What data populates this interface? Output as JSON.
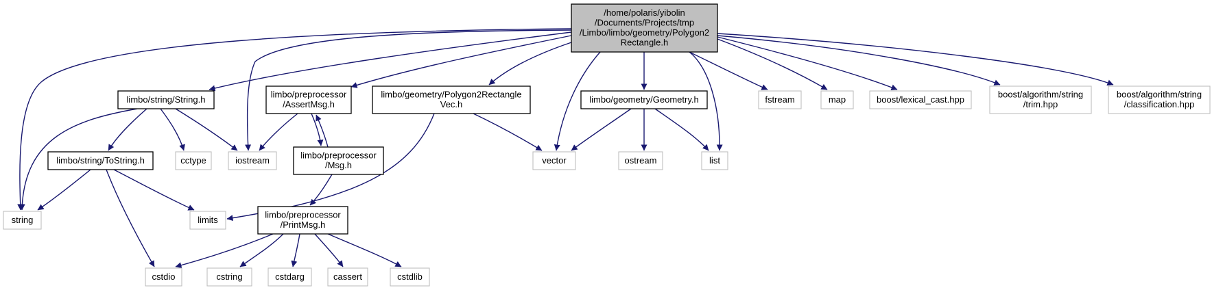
{
  "colors": {
    "edge": "#191970",
    "root_fill": "#bfbfbf",
    "header_stroke": "#000000",
    "system_stroke": "#bfbfbf"
  },
  "nodes": [
    {
      "id": "root",
      "kind": "root",
      "lines": [
        "/home/polaris/yibolin",
        "/Documents/Projects/tmp",
        "/Limbo/limbo/geometry/Polygon2",
        "Rectangle.h"
      ]
    },
    {
      "id": "string_h",
      "kind": "header",
      "lines": [
        "limbo/string/String.h"
      ]
    },
    {
      "id": "assertmsg_h",
      "kind": "header",
      "lines": [
        "limbo/preprocessor",
        "/AssertMsg.h"
      ]
    },
    {
      "id": "p2rv_h",
      "kind": "header",
      "lines": [
        "limbo/geometry/Polygon2Rectangle",
        "Vec.h"
      ]
    },
    {
      "id": "geometry_h",
      "kind": "header",
      "lines": [
        "limbo/geometry/Geometry.h"
      ]
    },
    {
      "id": "fstream",
      "kind": "system",
      "lines": [
        "fstream"
      ]
    },
    {
      "id": "map",
      "kind": "system",
      "lines": [
        "map"
      ]
    },
    {
      "id": "lexical_cast",
      "kind": "system",
      "lines": [
        "boost/lexical_cast.hpp"
      ]
    },
    {
      "id": "trim",
      "kind": "system",
      "lines": [
        "boost/algorithm/string",
        "/trim.hpp"
      ]
    },
    {
      "id": "classification",
      "kind": "system",
      "lines": [
        "boost/algorithm/string",
        "/classification.hpp"
      ]
    },
    {
      "id": "tostring_h",
      "kind": "header",
      "lines": [
        "limbo/string/ToString.h"
      ]
    },
    {
      "id": "cctype",
      "kind": "system",
      "lines": [
        "cctype"
      ]
    },
    {
      "id": "iostream",
      "kind": "system",
      "lines": [
        "iostream"
      ]
    },
    {
      "id": "msg_h",
      "kind": "header",
      "lines": [
        "limbo/preprocessor",
        "/Msg.h"
      ]
    },
    {
      "id": "vector",
      "kind": "system",
      "lines": [
        "vector"
      ]
    },
    {
      "id": "ostream",
      "kind": "system",
      "lines": [
        "ostream"
      ]
    },
    {
      "id": "list",
      "kind": "system",
      "lines": [
        "list"
      ]
    },
    {
      "id": "string",
      "kind": "system",
      "lines": [
        "string"
      ]
    },
    {
      "id": "limits",
      "kind": "system",
      "lines": [
        "limits"
      ]
    },
    {
      "id": "printmsg_h",
      "kind": "header",
      "lines": [
        "limbo/preprocessor",
        "/PrintMsg.h"
      ]
    },
    {
      "id": "cstdio",
      "kind": "system",
      "lines": [
        "cstdio"
      ]
    },
    {
      "id": "cstring",
      "kind": "system",
      "lines": [
        "cstring"
      ]
    },
    {
      "id": "cstdarg",
      "kind": "system",
      "lines": [
        "cstdarg"
      ]
    },
    {
      "id": "cassert",
      "kind": "system",
      "lines": [
        "cassert"
      ]
    },
    {
      "id": "cstdlib",
      "kind": "system",
      "lines": [
        "cstdlib"
      ]
    }
  ],
  "edges": [
    {
      "from": "root",
      "to": "string_h"
    },
    {
      "from": "root",
      "to": "assertmsg_h"
    },
    {
      "from": "root",
      "to": "p2rv_h"
    },
    {
      "from": "root",
      "to": "geometry_h"
    },
    {
      "from": "root",
      "to": "fstream"
    },
    {
      "from": "root",
      "to": "map"
    },
    {
      "from": "root",
      "to": "lexical_cast"
    },
    {
      "from": "root",
      "to": "trim"
    },
    {
      "from": "root",
      "to": "classification"
    },
    {
      "from": "root",
      "to": "string"
    },
    {
      "from": "root",
      "to": "iostream"
    },
    {
      "from": "root",
      "to": "vector"
    },
    {
      "from": "root",
      "to": "list"
    },
    {
      "from": "string_h",
      "to": "tostring_h"
    },
    {
      "from": "string_h",
      "to": "cctype"
    },
    {
      "from": "string_h",
      "to": "iostream"
    },
    {
      "from": "string_h",
      "to": "string"
    },
    {
      "from": "assertmsg_h",
      "to": "iostream"
    },
    {
      "from": "assertmsg_h",
      "to": "msg_h"
    },
    {
      "from": "msg_h",
      "to": "assertmsg_h"
    },
    {
      "from": "msg_h",
      "to": "printmsg_h"
    },
    {
      "from": "p2rv_h",
      "to": "vector"
    },
    {
      "from": "p2rv_h",
      "to": "limits"
    },
    {
      "from": "geometry_h",
      "to": "vector"
    },
    {
      "from": "geometry_h",
      "to": "ostream"
    },
    {
      "from": "geometry_h",
      "to": "list"
    },
    {
      "from": "tostring_h",
      "to": "string"
    },
    {
      "from": "tostring_h",
      "to": "limits"
    },
    {
      "from": "tostring_h",
      "to": "cstdio"
    },
    {
      "from": "printmsg_h",
      "to": "cstdio"
    },
    {
      "from": "printmsg_h",
      "to": "cstring"
    },
    {
      "from": "printmsg_h",
      "to": "cstdarg"
    },
    {
      "from": "printmsg_h",
      "to": "cassert"
    },
    {
      "from": "printmsg_h",
      "to": "cstdlib"
    }
  ]
}
